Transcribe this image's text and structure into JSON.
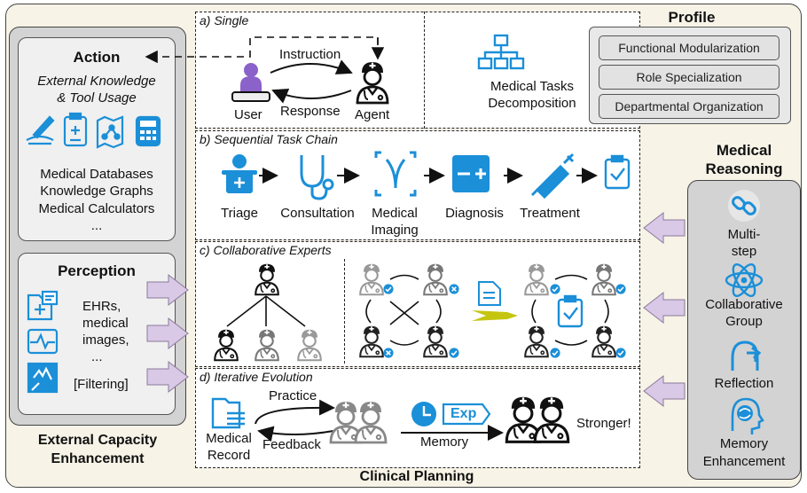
{
  "single": {
    "title": "a) Single",
    "instruction": "Instruction",
    "response": "Response",
    "user": "User",
    "agent": "Agent",
    "decomp_line1": "Medical Tasks",
    "decomp_line2": "Decomposition"
  },
  "profile": {
    "title": "Profile",
    "items": [
      "Functional Modularization",
      "Role Specialization",
      "Departmental Organization"
    ]
  },
  "action": {
    "title": "Action",
    "subtitle_line1": "External Knowledge",
    "subtitle_line2": "& Tool Usage",
    "items": [
      "Medical Databases",
      "Knowledge Graphs",
      "Medical Calculators",
      "..."
    ]
  },
  "perception": {
    "title": "Perception",
    "items": [
      "EHRs,",
      "medical",
      "images,",
      "...",
      "[Filtering]"
    ]
  },
  "external_capacity": {
    "line1": "External Capacity",
    "line2": "Enhancement"
  },
  "sequential": {
    "title": "b) Sequential Task Chain",
    "steps": [
      "Triage",
      "Consultation",
      "Medical",
      "Imaging",
      "Diagnosis",
      "Treatment"
    ]
  },
  "collaborative": {
    "title": "c) Collaborative Experts"
  },
  "iterative": {
    "title": "d) Iterative Evolution",
    "practice": "Practice",
    "feedback": "Feedback",
    "record_line1": "Medical",
    "record_line2": "Record",
    "exp": "Exp",
    "memory": "Memory",
    "stronger": "Stronger!"
  },
  "clinical_planning": "Clinical Planning",
  "reasoning": {
    "title_line1": "Medical",
    "title_line2": "Reasoning",
    "items": [
      "Multi-",
      "step",
      "Collaborative",
      "Group",
      "Reflection",
      "Memory",
      "Enhancement"
    ]
  },
  "colors": {
    "accent": "#1b8fd8",
    "lavender": "#d9c8e6",
    "arrow_yellow": "#c5c510"
  }
}
